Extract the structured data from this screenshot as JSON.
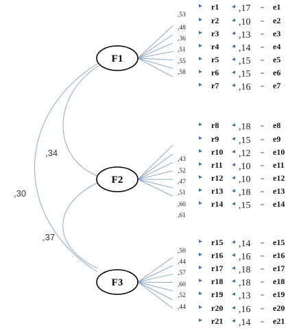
{
  "factors": [
    {
      "name": "F1",
      "loadings": [
        ",53",
        ",48",
        ",36",
        ",51",
        ",55",
        ",58"
      ]
    },
    {
      "name": "F2",
      "loadings": [
        ",43",
        ",52",
        ",47",
        ",51",
        ",60",
        ",61"
      ]
    },
    {
      "name": "F3",
      "loadings": [
        ",50",
        ",44",
        ",57",
        ",60",
        ",52",
        ",44"
      ]
    }
  ],
  "items": [
    {
      "name": "r1",
      "variance": ",17",
      "error": "e1"
    },
    {
      "name": "r2",
      "variance": ",10",
      "error": "e2"
    },
    {
      "name": "r3",
      "variance": ",13",
      "error": "e3"
    },
    {
      "name": "r4",
      "variance": ",14",
      "error": "e4"
    },
    {
      "name": "r5",
      "variance": ",15",
      "error": "e5"
    },
    {
      "name": "r6",
      "variance": ",15",
      "error": "e6"
    },
    {
      "name": "r7",
      "variance": ",16",
      "error": "e7"
    },
    {
      "name": "r8",
      "variance": ",18",
      "error": "e8"
    },
    {
      "name": "r9",
      "variance": ",15",
      "error": "e9"
    },
    {
      "name": "r10",
      "variance": ",12",
      "error": "e10"
    },
    {
      "name": "r11",
      "variance": ",10",
      "error": "e11"
    },
    {
      "name": "r12",
      "variance": ",10",
      "error": "e12"
    },
    {
      "name": "r13",
      "variance": ",18",
      "error": "e13"
    },
    {
      "name": "r14",
      "variance": ",15",
      "error": "e14"
    },
    {
      "name": "r15",
      "variance": ",14",
      "error": "e15"
    },
    {
      "name": "r16",
      "variance": ",16",
      "error": "e16"
    },
    {
      "name": "r17",
      "variance": ",18",
      "error": "e17"
    },
    {
      "name": "r18",
      "variance": ",18",
      "error": "e18"
    },
    {
      "name": "r19",
      "variance": ",13",
      "error": "e19"
    },
    {
      "name": "r20",
      "variance": ",16",
      "error": "e20"
    },
    {
      "name": "r21",
      "variance": ",14",
      "error": "e21"
    }
  ],
  "correlations": {
    "f1_f2": ",34",
    "f2_f3": ",37",
    "f1_f3": ",30"
  }
}
